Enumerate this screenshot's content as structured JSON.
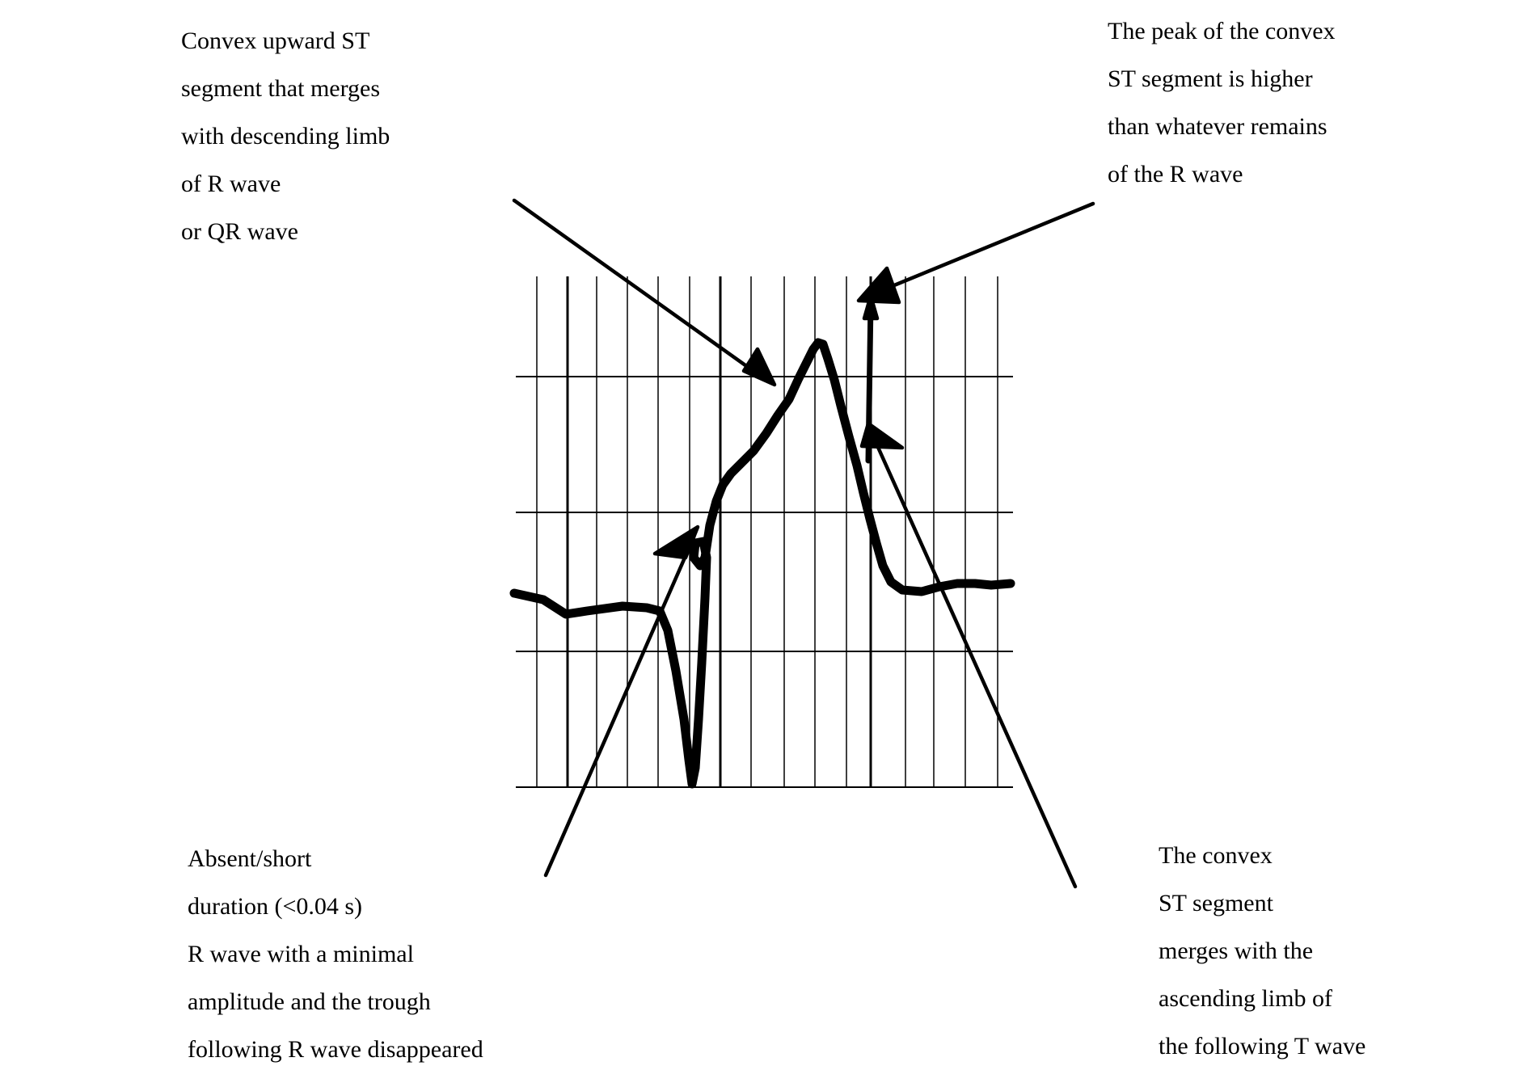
{
  "annotations": {
    "top_left": [
      "Convex upward ST",
      "segment that merges",
      "with descending limb",
      "of R wave",
      "or QR wave"
    ],
    "top_right": [
      "The peak of the convex",
      "ST segment is higher",
      "than whatever remains",
      "of the R wave"
    ],
    "bottom_left": [
      "Absent/short",
      "duration (<0.04 s)",
      "R wave with a minimal",
      "amplitude and the trough",
      "following R wave disappeared"
    ],
    "bottom_right": [
      "The convex",
      "ST segment",
      "merges with the",
      "ascending limb of",
      "the following T wave"
    ]
  },
  "colors": {
    "ink": "#000000",
    "background": "#ffffff"
  }
}
